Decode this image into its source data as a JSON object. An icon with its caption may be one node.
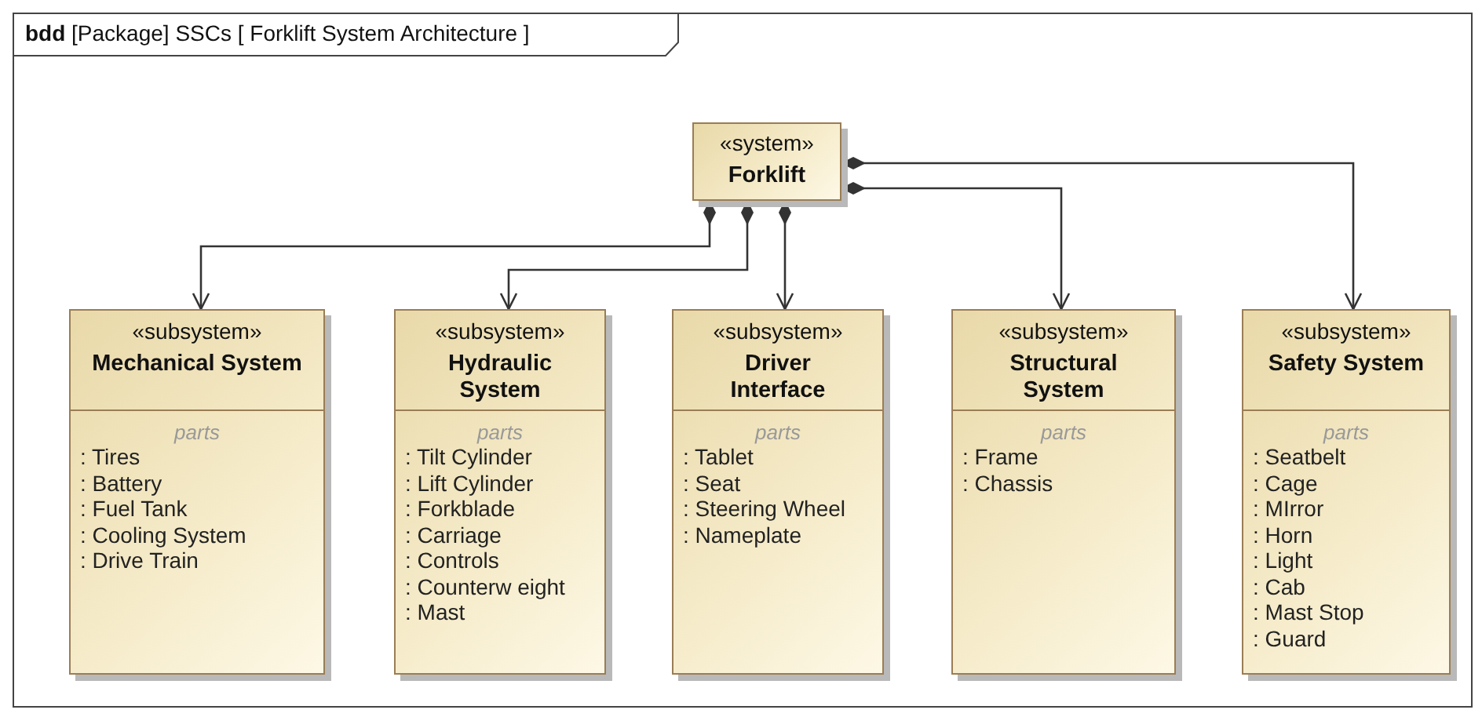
{
  "diagram": {
    "title": "**bdd** [Package] SSCs [ Forklift System Architecture ]",
    "nodes": [
      {
        "text": [
          "«system»",
          "Forklift"
        ]
      },
      {
        "text": [
          "«subsystem»",
          "Mechanical System",
          "parts",
          ": Tires",
          ": Battery",
          ": Fuel Tank",
          ": Cooling System",
          ": Drive Train"
        ]
      },
      {
        "text": [
          "«subsystem»",
          "Hydraulic System",
          "parts",
          ": Tilt Cylinder",
          ": Lift Cylinder",
          ": Forkblade",
          ": Carriage",
          ": Controls",
          ": Counterw eight",
          ": Mast"
        ]
      },
      {
        "text": [
          "«subsystem»",
          "Driver Interface",
          "parts",
          ": Tablet",
          ": Seat",
          ": Steering Wheel",
          ": Nameplate"
        ]
      },
      {
        "text": [
          "«subsystem»",
          "Structural System",
          "parts",
          ": Frame",
          ": Chassis"
        ]
      },
      {
        "text": [
          "«subsystem»",
          "Safety System",
          "parts",
          ": Seatbelt",
          ": Cage",
          ": MIrror",
          ": Horn",
          ": Light",
          ": Cab",
          ": Mast Stop",
          ": Guard"
        ]
      }
    ],
    "edges": [
      {
        "from": 0,
        "to": 1,
        "arrow": "to"
      },
      {
        "from": 0,
        "to": 2,
        "arrow": "to"
      },
      {
        "from": 0,
        "to": 3,
        "arrow": "to"
      },
      {
        "from": 0,
        "to": 4,
        "arrow": "to"
      },
      {
        "from": 0,
        "to": 5,
        "arrow": "to"
      }
    ]
  }
}
